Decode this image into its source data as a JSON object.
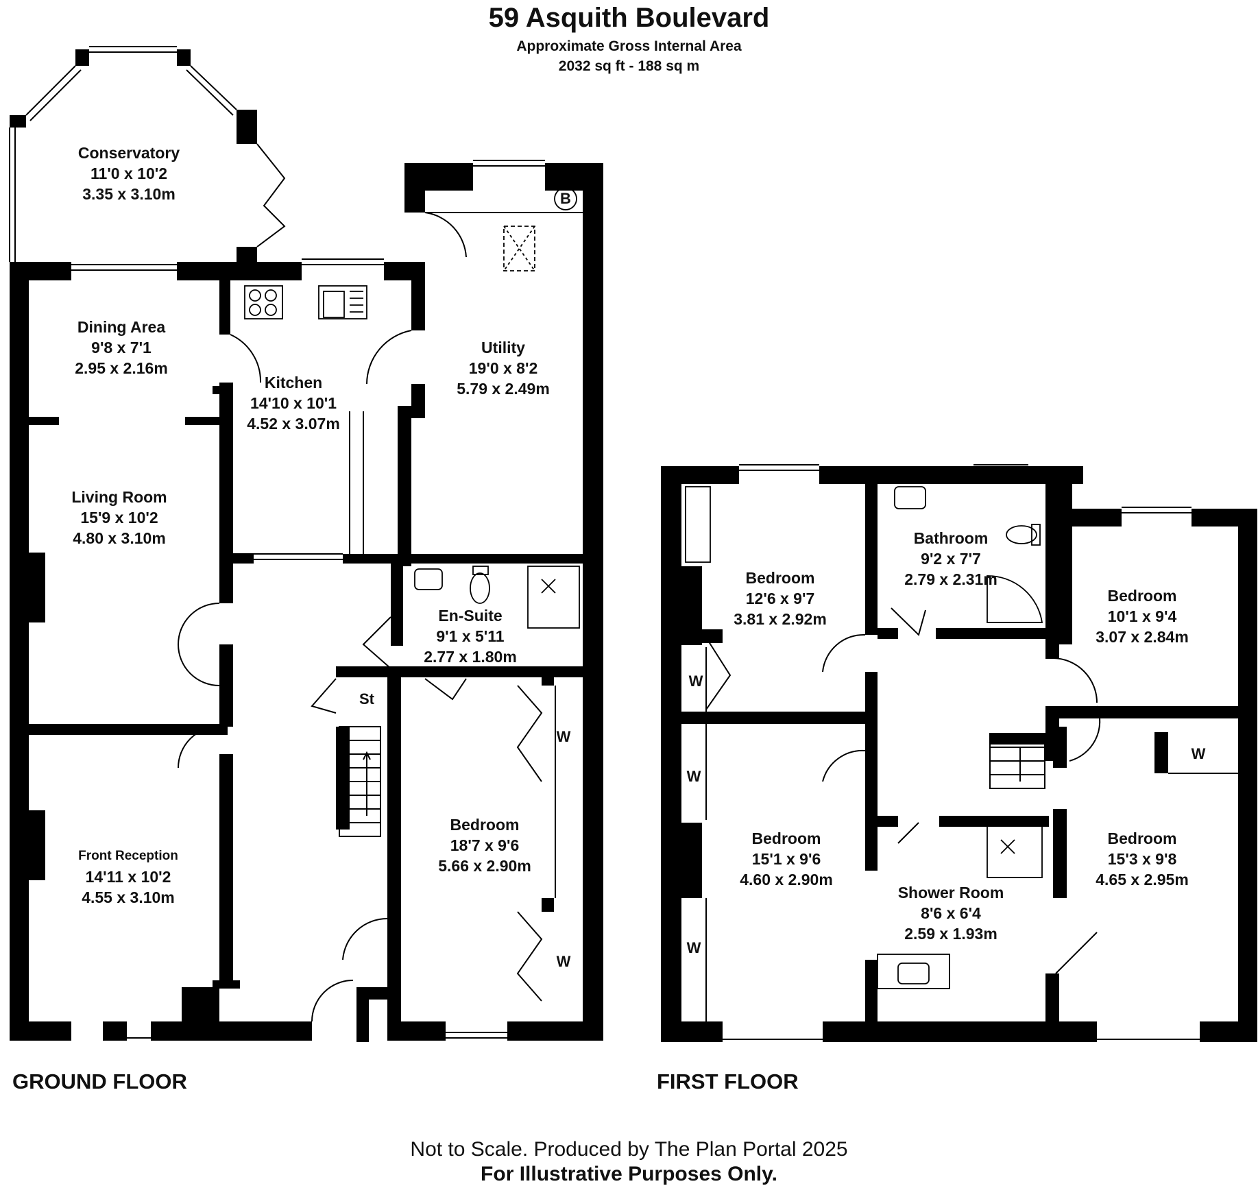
{
  "header": {
    "title": "59 Asquith Boulevard",
    "subtitle": "Approximate Gross Internal Area",
    "area": "2032 sq ft - 188 sq m"
  },
  "floors": {
    "ground": "GROUND FLOOR",
    "first": "FIRST FLOOR"
  },
  "rooms": {
    "conservatory": {
      "name": "Conservatory",
      "imperial": "11'0 x 10'2",
      "metric": "3.35 x 3.10m"
    },
    "dining": {
      "name": "Dining Area",
      "imperial": "9'8 x 7'1",
      "metric": "2.95 x 2.16m"
    },
    "kitchen": {
      "name": "Kitchen",
      "imperial": "14'10 x 10'1",
      "metric": "4.52 x 3.07m"
    },
    "utility": {
      "name": "Utility",
      "imperial": "19'0 x 8'2",
      "metric": "5.79 x 2.49m"
    },
    "living": {
      "name": "Living Room",
      "imperial": "15'9 x 10'2",
      "metric": "4.80 x 3.10m"
    },
    "ensuite": {
      "name": "En-Suite",
      "imperial": "9'1 x 5'11",
      "metric": "2.77 x 1.80m"
    },
    "gbedroom": {
      "name": "Bedroom",
      "imperial": "18'7 x 9'6",
      "metric": "5.66 x 2.90m"
    },
    "front": {
      "name": "Front Reception",
      "imperial": "14'11 x 10'2",
      "metric": "4.55 x 3.10m"
    },
    "bed1": {
      "name": "Bedroom",
      "imperial": "12'6 x 9'7",
      "metric": "3.81 x 2.92m"
    },
    "bathroom": {
      "name": "Bathroom",
      "imperial": "9'2 x 7'7",
      "metric": "2.79 x 2.31m"
    },
    "bed2": {
      "name": "Bedroom",
      "imperial": "10'1 x 9'4",
      "metric": "3.07 x 2.84m"
    },
    "bed3": {
      "name": "Bedroom",
      "imperial": "15'1 x 9'6",
      "metric": "4.60 x 2.90m"
    },
    "shower": {
      "name": "Shower Room",
      "imperial": "8'6 x 6'4",
      "metric": "2.59 x 1.93m"
    },
    "bed4": {
      "name": "Bedroom",
      "imperial": "15'3 x 9'8",
      "metric": "4.65 x 2.95m"
    }
  },
  "tags": {
    "boiler": "B",
    "store": "St",
    "wardrobe": "W"
  },
  "footer": {
    "line1": "Not to Scale. Produced by The Plan Portal 2025",
    "line2": "For Illustrative Purposes Only."
  }
}
